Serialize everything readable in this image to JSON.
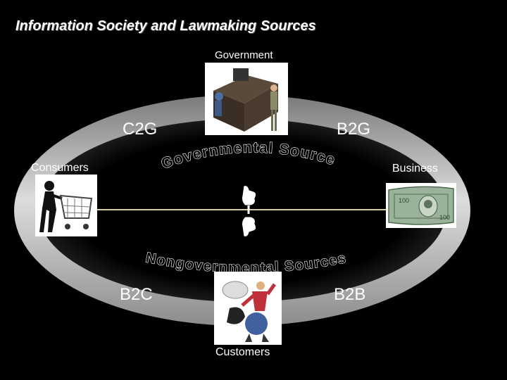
{
  "title": "Information Society and Lawmaking Sources",
  "nodes": {
    "government": "Government",
    "consumers": "Consumers",
    "business": "Business",
    "customers": "Customers"
  },
  "relations": {
    "c2g": "C2G",
    "b2g": "B2G",
    "b2c": "B2C",
    "b2b": "B2B"
  },
  "arc_texts": {
    "governmental": "Governmental Sources",
    "nongovernmental": "Nongovernmental Sources"
  },
  "colors": {
    "background": "#000000",
    "ring_outer": "#e6e6e6",
    "ring_inner": "#3a3a3a",
    "divider": "#d8c9a0",
    "text": "#ffffff"
  },
  "icons": [
    "government-desk-icon",
    "shopping-cart-icon",
    "dollar-bill-icon",
    "customer-figure-icon",
    "pointing-hand-icon"
  ]
}
